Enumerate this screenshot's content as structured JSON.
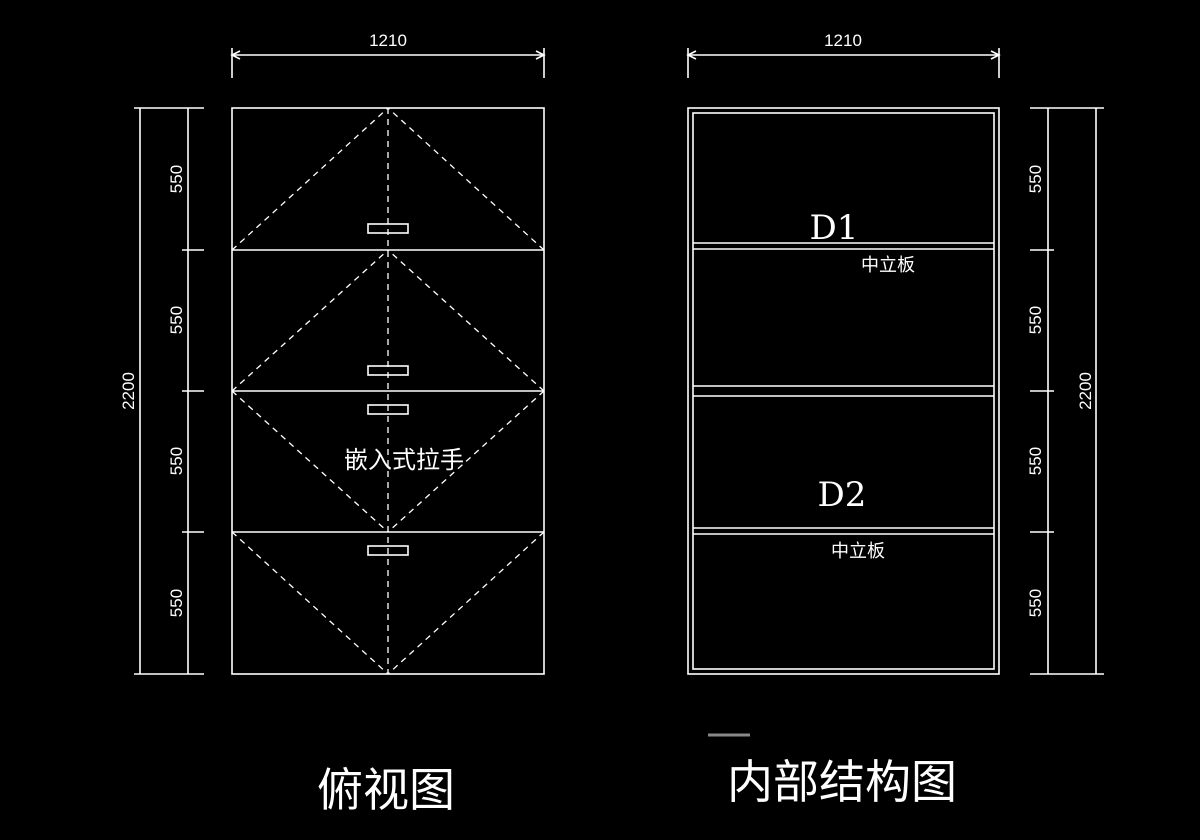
{
  "left_view": {
    "width_dim": "1210",
    "height_dim": "2200",
    "segment_dims": [
      "550",
      "550",
      "550",
      "550"
    ],
    "handle_label": "嵌入式拉手",
    "title": "俯视图"
  },
  "right_view": {
    "width_dim": "1210",
    "height_dim": "2200",
    "segment_dims": [
      "550",
      "550",
      "550",
      "550"
    ],
    "d1_label": "D1",
    "d2_label": "D2",
    "panel_label_1": "中立板",
    "panel_label_2": "中立板",
    "title": "内部结构图"
  }
}
